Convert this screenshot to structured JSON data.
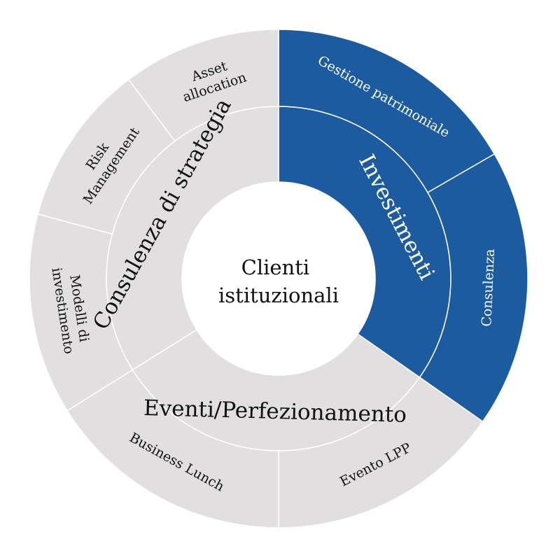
{
  "center": {
    "lines": [
      "Clienti",
      "istituzionali"
    ]
  },
  "colors": {
    "blue": "#1d5ba0",
    "gray": "#e1dfdf",
    "divider": "#ffffff",
    "text_dark": "#111111",
    "text_light": "#ffffff",
    "center_fill": "#ffffff"
  },
  "segments": [
    {
      "label": "Investimenti",
      "color": "blue",
      "items": [
        {
          "label": [
            "Gestione patrimoniale"
          ],
          "color": "blue"
        },
        {
          "label": [
            "Consulenza"
          ],
          "color": "blue"
        }
      ]
    },
    {
      "label": "Eventi/Perfezionamento",
      "color": "gray",
      "items": [
        {
          "label": [
            "Evento LPP"
          ],
          "color": "gray"
        },
        {
          "label": [
            "Business Lunch"
          ],
          "color": "gray"
        }
      ]
    },
    {
      "label": "Consulenza di strategia",
      "color": "gray",
      "items": [
        {
          "label": [
            "Modelli di",
            "investimento"
          ],
          "color": "gray"
        },
        {
          "label": [
            "Risk",
            "Management"
          ],
          "color": "gray"
        },
        {
          "label": [
            "Asset",
            "allocation"
          ],
          "color": "gray"
        }
      ]
    }
  ]
}
